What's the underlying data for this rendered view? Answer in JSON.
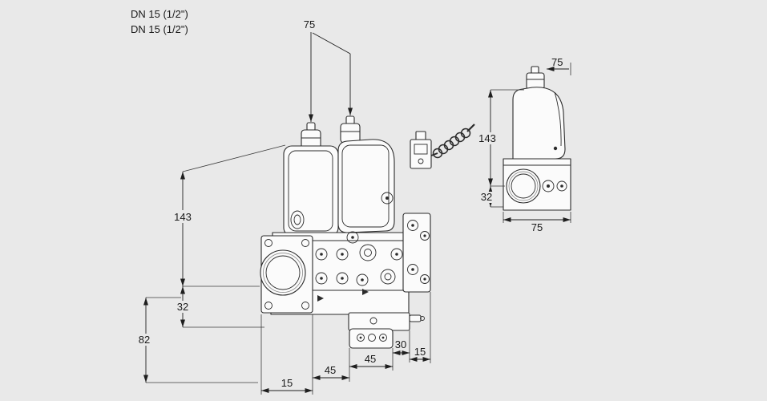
{
  "colors": {
    "background": "#e9e9e9",
    "stroke": "#2b2b2b",
    "dimension": "#1f1f1f"
  },
  "port_labels": {
    "line1": "DN 15 (1/2\")",
    "line2": "DN 15 (1/2\")"
  },
  "front_view": {
    "dim_75": "75",
    "dim_143": "143",
    "dim_32": "32",
    "dim_82": "82",
    "dim_15_bottom_left": "15",
    "dim_45_left": "45",
    "dim_45_right": "45",
    "dim_30": "30",
    "dim_15_bottom_right": "15"
  },
  "side_view": {
    "dim_75_top": "75",
    "dim_143": "143",
    "dim_32": "32",
    "dim_75_bottom": "75"
  }
}
